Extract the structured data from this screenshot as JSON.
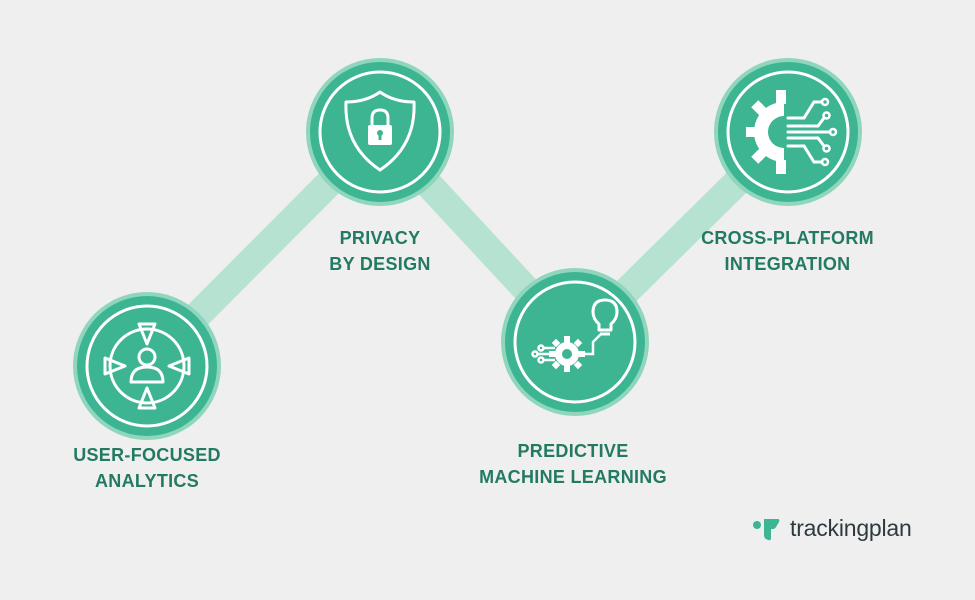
{
  "steps": [
    {
      "line1": "USER-FOCUSED",
      "line2": "ANALYTICS",
      "icon": "target-user-icon"
    },
    {
      "line1": "PRIVACY",
      "line2": "BY DESIGN",
      "icon": "shield-lock-icon"
    },
    {
      "line1": "PREDICTIVE",
      "line2": "MACHINE LEARNING",
      "icon": "gear-bulb-icon"
    },
    {
      "line1": "CROSS-PLATFORM",
      "line2": "INTEGRATION",
      "icon": "gear-circuit-icon"
    }
  ],
  "brand": {
    "name": "trackingplan"
  },
  "colors": {
    "background": "#efefef",
    "node_fill": "#3db592",
    "node_ring": "#8fd6bd",
    "connector": "#b5e2d1",
    "label_text": "#237a63",
    "brand_text": "#2f3a3e"
  }
}
